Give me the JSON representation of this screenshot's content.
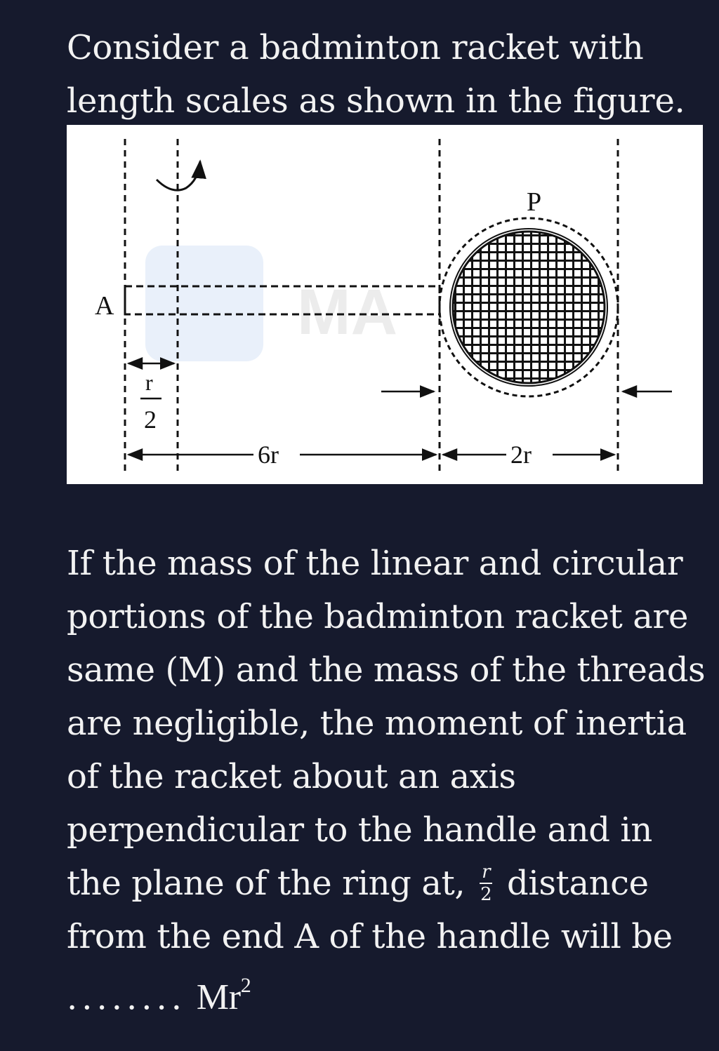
{
  "intro_text": "Consider a badminton racket with length scales as shown in the figure.",
  "figure": {
    "label_A": "A",
    "label_P": "P",
    "dim_r_num": "r",
    "dim_r_den": "2",
    "dim_6r": "6r",
    "dim_2r": "2r"
  },
  "question": {
    "part1": "If the mass of the linear and circular portions of the badminton racket are same (M) and the mass of the threads are negligible, the moment of inertia of the racket about an axis perpendicular to the handle and in the plane of the ring at,",
    "frac_num": "r",
    "frac_den": "2",
    "part2": "distance from the end A of the handle will be",
    "dots": "........",
    "unit_base": "Mr",
    "unit_exp": "2"
  }
}
